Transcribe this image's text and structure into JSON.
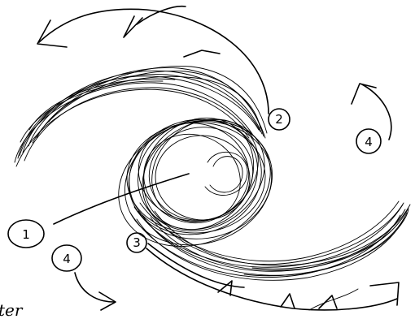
{
  "labels": {
    "one": "1",
    "two": "2",
    "three": "3",
    "four_right": "4",
    "four_left": "4"
  },
  "fragment_text": "ter",
  "ink_color": "#000000"
}
